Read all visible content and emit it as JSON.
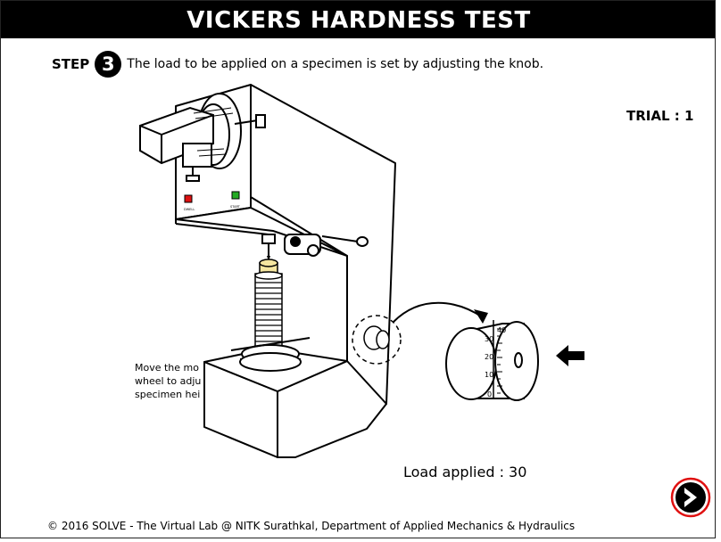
{
  "header": {
    "title": "VICKERS HARDNESS TEST"
  },
  "step": {
    "label": "STEP",
    "number": "3",
    "instruction": "The load to be applied on a specimen is set by adjusting the knob."
  },
  "trial": {
    "label": "TRIAL : 1"
  },
  "machine": {
    "dwell_label": "DWELL",
    "start_label": "START",
    "dwell_color": "#dd1111",
    "start_color": "#22aa22"
  },
  "hint": {
    "lines": [
      "Move the mo",
      "wheel to adju",
      "specimen hei"
    ]
  },
  "knob": {
    "scale_labels": [
      "0",
      "10",
      "20",
      "30",
      "40"
    ]
  },
  "load": {
    "label": "Load applied : ",
    "value": "30"
  },
  "footer": {
    "text": "© 2016 SOLVE - The Virtual Lab @ NITK Surathkal, Department of Applied Mechanics & Hydraulics"
  },
  "icons": {
    "next": "chevron-right-icon",
    "pointer": "arrow-left-icon"
  },
  "colors": {
    "next_ring": "#e01010",
    "specimen": "#f5e6a0"
  }
}
